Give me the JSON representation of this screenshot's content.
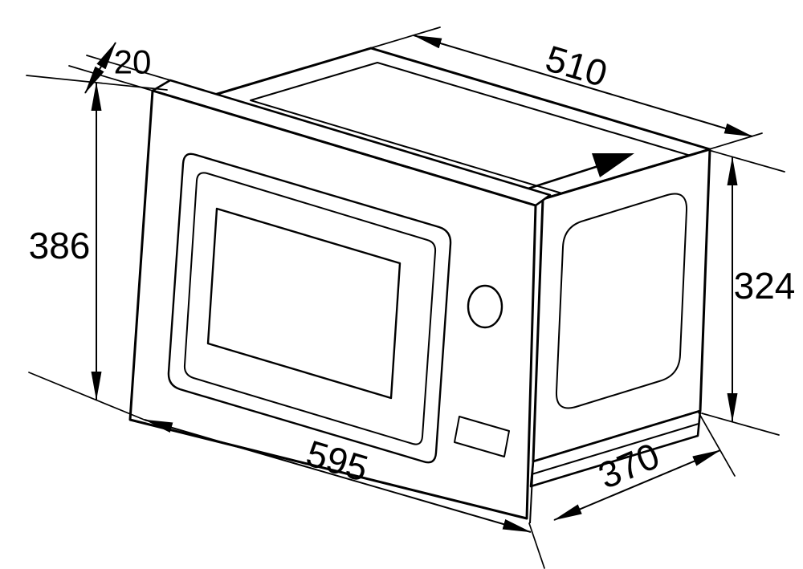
{
  "diagram": {
    "dimensions": {
      "frame_thickness": "20",
      "body_width": "510",
      "frame_height": "386",
      "body_height": "324",
      "frame_width": "595",
      "body_depth": "370"
    },
    "colors": {
      "ink": "#000000",
      "background": "#ffffff"
    }
  }
}
